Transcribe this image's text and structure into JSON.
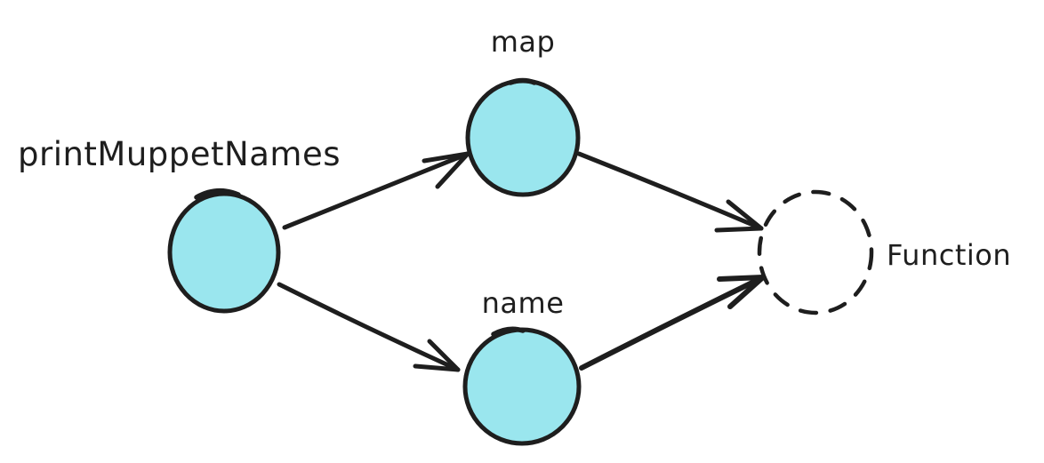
{
  "diagram": {
    "type": "node-link-sketch",
    "nodes": [
      {
        "id": "printMuppetNames",
        "label": "printMuppetNames",
        "shape": "circle",
        "style": "filled",
        "label_position": "above-left"
      },
      {
        "id": "map",
        "label": "map",
        "shape": "circle",
        "style": "filled",
        "label_position": "above"
      },
      {
        "id": "name",
        "label": "name",
        "shape": "circle",
        "style": "filled",
        "label_position": "above"
      },
      {
        "id": "function",
        "label": "Function",
        "shape": "circle",
        "style": "dashed",
        "label_position": "right"
      }
    ],
    "edges": [
      {
        "from": "printMuppetNames",
        "to": "map",
        "arrow": true
      },
      {
        "from": "printMuppetNames",
        "to": "name",
        "arrow": true
      },
      {
        "from": "map",
        "to": "function",
        "arrow": true
      },
      {
        "from": "name",
        "to": "function",
        "arrow": true,
        "weight": "thick"
      }
    ],
    "colors": {
      "node_fill": "#9ae6ee",
      "stroke": "#1e1e1e",
      "background": "#ffffff"
    }
  }
}
